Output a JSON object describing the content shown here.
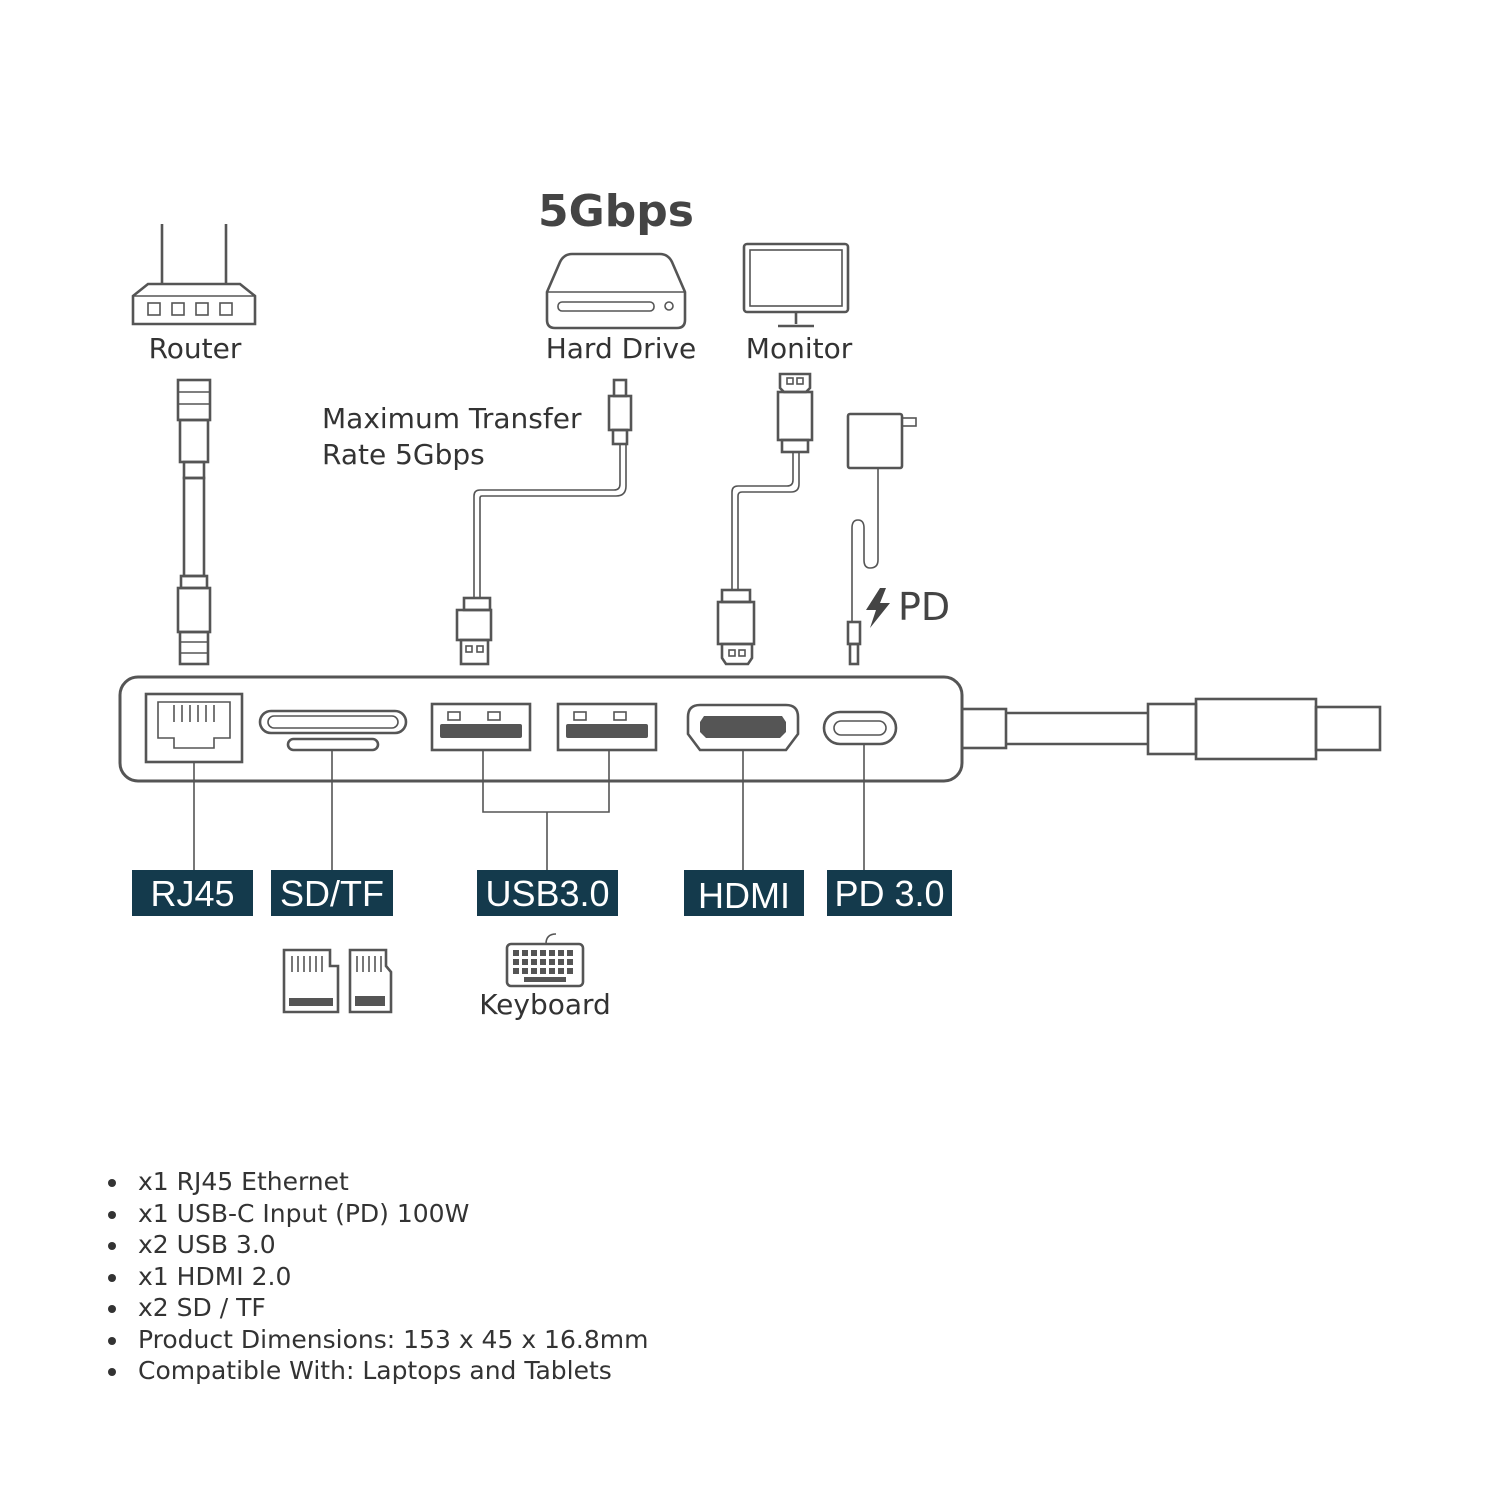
{
  "devices": {
    "router": "Router",
    "hard_drive": "Hard Drive",
    "monitor": "Monitor",
    "keyboard": "Keyboard"
  },
  "speed_title": "5Gbps",
  "transfer_note": [
    "Maximum Transfer",
    "Rate 5Gbps"
  ],
  "pd_label": "PD",
  "ports": {
    "rj45": "RJ45",
    "sdtf": "SD/TF",
    "usb": "USB3.0",
    "hdmi": "HDMI",
    "pd": "PD 3.0"
  },
  "specs": [
    "x1 RJ45 Ethernet",
    "x1 USB-C Input (PD) 100W",
    "x2 USB 3.0",
    "x1 HDMI 2.0",
    "x2 SD / TF",
    "Product Dimensions: 153 x 45 x 16.8mm",
    "Compatible With: Laptops and Tablets"
  ],
  "colors": {
    "line": "#555555",
    "text": "#333333",
    "badge": "#143a4c",
    "badge_text": "#ffffff"
  }
}
